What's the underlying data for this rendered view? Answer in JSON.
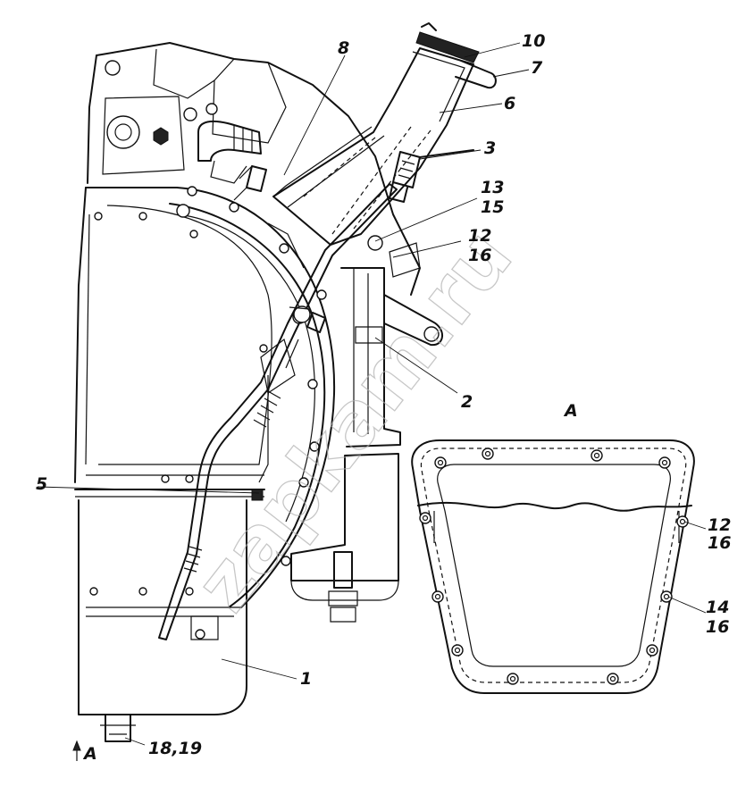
{
  "watermark": "zapkam.ru",
  "view_label": "A",
  "view_arrow_label": "A",
  "callouts": [
    {
      "id": "c1",
      "text": "1"
    },
    {
      "id": "c2",
      "text": "2"
    },
    {
      "id": "c3",
      "text": "3"
    },
    {
      "id": "c5",
      "text": "5"
    },
    {
      "id": "c6",
      "text": "6"
    },
    {
      "id": "c7",
      "text": "7"
    },
    {
      "id": "c8",
      "text": "8"
    },
    {
      "id": "c10",
      "text": "10"
    },
    {
      "id": "c13",
      "text": "13"
    },
    {
      "id": "c15",
      "text": "15"
    },
    {
      "id": "c12a",
      "text": "12"
    },
    {
      "id": "c16a",
      "text": "16"
    },
    {
      "id": "c18",
      "text": "18,19"
    },
    {
      "id": "c12b",
      "text": "12"
    },
    {
      "id": "c16b",
      "text": "16"
    },
    {
      "id": "c14",
      "text": "14"
    },
    {
      "id": "c16c",
      "text": "16"
    }
  ]
}
